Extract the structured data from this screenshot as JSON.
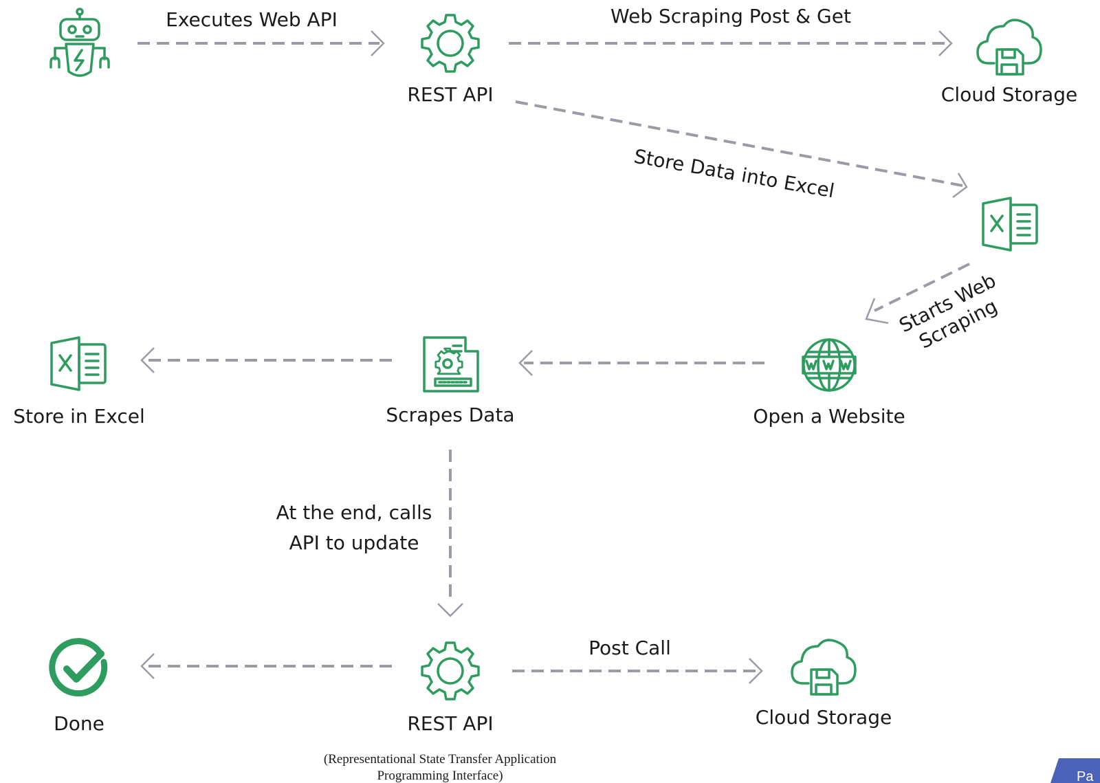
{
  "nodes": {
    "robot": {
      "icon": "robot-icon"
    },
    "rest_api_top": {
      "label": "REST API",
      "icon": "gear-icon"
    },
    "cloud_storage_top": {
      "label": "Cloud Storage",
      "icon": "cloud-storage-icon"
    },
    "excel_right": {
      "icon": "excel-icon"
    },
    "open_website": {
      "label": "Open a Website",
      "icon": "www-globe-icon"
    },
    "scrapes_data": {
      "label": "Scrapes Data",
      "icon": "document-gear-icon"
    },
    "store_excel": {
      "label": "Store in Excel",
      "icon": "excel-icon"
    },
    "rest_api_bottom": {
      "label": "REST API",
      "note": "(Representational State Transfer Application Programming Interface)",
      "note_line1": "(Representational State Transfer Application",
      "note_line2": "Programming Interface)",
      "icon": "gear-icon"
    },
    "cloud_storage_bottom": {
      "label": "Cloud Storage",
      "icon": "cloud-storage-icon"
    },
    "done": {
      "label": "Done",
      "icon": "check-circle-icon"
    }
  },
  "edges": {
    "executes_web_api": "Executes Web API",
    "web_scraping_post_get": "Web Scraping Post & Get",
    "store_data_into_excel": "Store Data into Excel",
    "starts_web_scraping_line1": "Starts Web",
    "starts_web_scraping_line2": "Scraping",
    "calls_api_line1": "At the end, calls",
    "calls_api_line2": "API to update",
    "post_call": "Post Call"
  },
  "page_tag": {
    "label": "Pa"
  },
  "colors": {
    "icon": "#2e9c5e",
    "connector": "#9a9ba7",
    "text": "#1a1a1a",
    "tag": "#4a63b8"
  }
}
